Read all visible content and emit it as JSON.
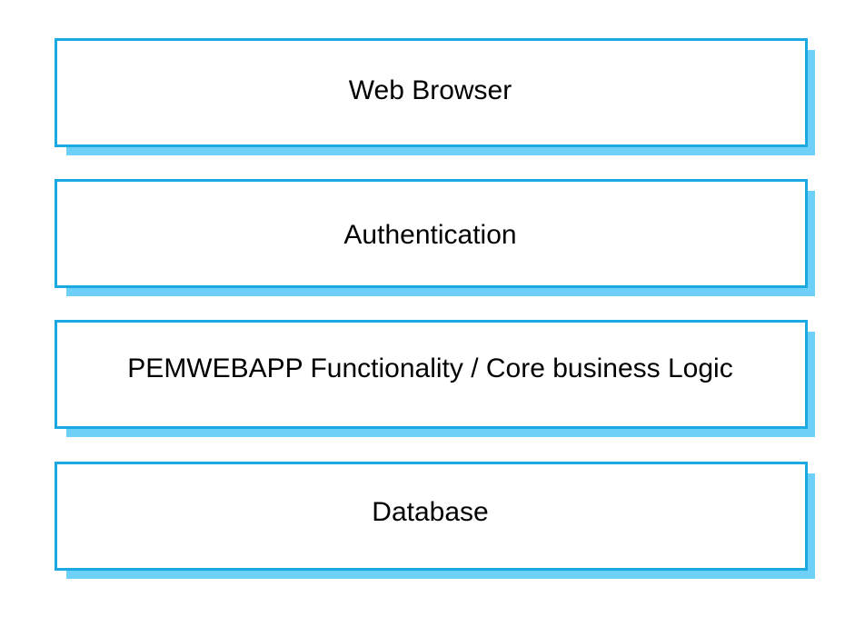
{
  "colors": {
    "border": "#1ba9e1",
    "shadow": "#6fd0f7",
    "background": "#ffffff",
    "text": "#000000"
  },
  "layers": [
    {
      "label": "Web Browser"
    },
    {
      "label": "Authentication"
    },
    {
      "label": "PEMWEBAPP Functionality / Core business Logic"
    },
    {
      "label": "Database"
    }
  ]
}
